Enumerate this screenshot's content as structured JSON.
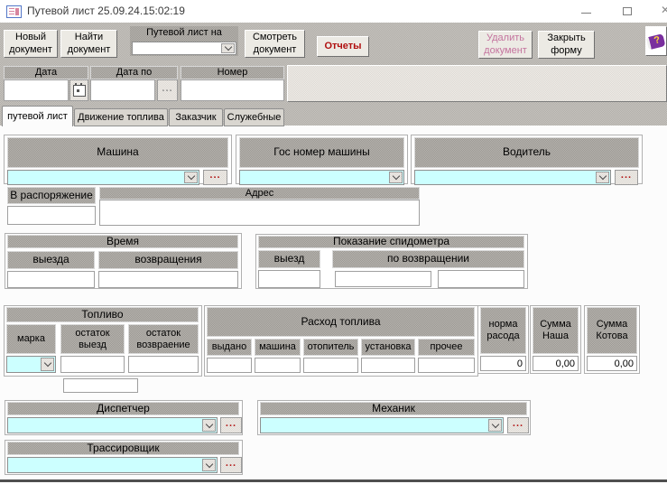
{
  "window": {
    "title": "Путевой лист 25.09.24.15:02:19"
  },
  "ui": {
    "ellipsis": "..."
  },
  "toolbar": {
    "new_button": "Новый документ",
    "find_button": "Найти документ",
    "waybill_on_label": "Путевой лист на",
    "view_button": "Смотреть документ",
    "reports_button": "Отчеты",
    "delete_button": "Удалить документ",
    "close_button": "Закрыть форму"
  },
  "filters": {
    "date": "Дата",
    "date_to": "Дата по",
    "number": "Номер"
  },
  "tabs": [
    {
      "label": "путевой лист",
      "active": true
    },
    {
      "label": "Движение топлива",
      "active": false
    },
    {
      "label": "Заказчик",
      "active": false
    },
    {
      "label": "Служебные",
      "active": false
    }
  ],
  "form": {
    "car": "Машина",
    "plate": "Гос номер машины",
    "driver": "Водитель",
    "disposal": "В распоряжение",
    "address": "Адрес",
    "time": {
      "title": "Время",
      "out": "выезда",
      "back": "возвращения"
    },
    "speedometer": {
      "title": "Показание спидометра",
      "out": "выезд",
      "back": "по возвращении"
    },
    "fuel": {
      "title": "Топливо",
      "brand": "марка",
      "rest_out": "остаток выезд",
      "rest_back": "остаток возвраение"
    },
    "consumption": {
      "title": "Расход топлива",
      "cols": [
        "выдано",
        "машина",
        "отопитель",
        "установка",
        "прочее"
      ]
    },
    "norm": {
      "title": "норма расода",
      "value": "0"
    },
    "sum_our": {
      "title": "Сумма Наша",
      "value": "0,00"
    },
    "sum_kotov": {
      "title": "Сумма Котова",
      "value": "0,00"
    },
    "dispatcher": "Диспетчер",
    "mechanic": "Механик",
    "tracer": "Трассировщик"
  },
  "colors": {
    "accent_red": "#b01010",
    "delete_disabled": "#c4739e",
    "combo_cyan": "#ccffff",
    "combo_green": "#d9f3d0",
    "field_pink": "#f0c6c6"
  },
  "icons": {
    "titlebar": "form-icon",
    "help": "book-question-icon",
    "date": "calendar-icon",
    "combos": "chevron-down-icon"
  }
}
